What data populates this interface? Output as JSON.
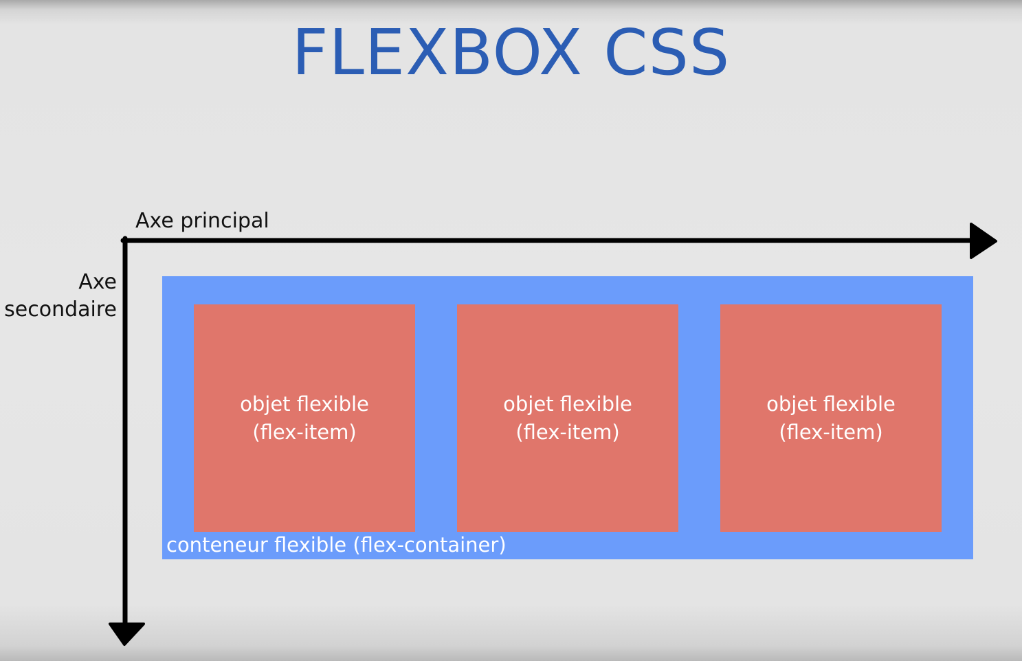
{
  "title": "FLEXBOX CSS",
  "axes": {
    "main_label": "Axe principal",
    "secondary_label_line1": "Axe",
    "secondary_label_line2": "secondaire"
  },
  "container": {
    "label": "conteneur flexible (flex-container)",
    "items": [
      {
        "line1": "objet flexible",
        "line2": "(flex-item)"
      },
      {
        "line1": "objet flexible",
        "line2": "(flex-item)"
      },
      {
        "line1": "objet flexible",
        "line2": "(flex-item)"
      }
    ]
  },
  "colors": {
    "title": "#2b5db4",
    "container": "#6b9cfb",
    "item": "#e0766b",
    "axis": "#000000",
    "background": "#e6e6e6"
  }
}
